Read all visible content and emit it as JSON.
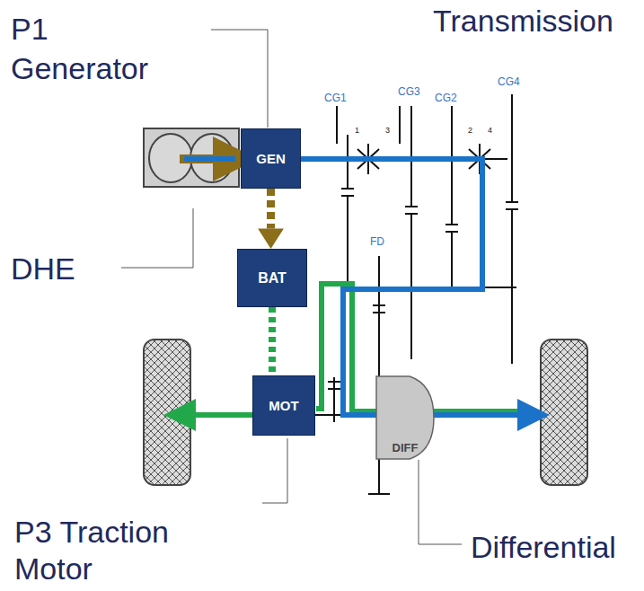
{
  "diagram": {
    "nodes": [
      {
        "text": [
          "GEN"
        ]
      },
      {
        "text": [
          "BAT"
        ]
      },
      {
        "text": [
          "MOT"
        ]
      },
      {
        "text": [
          "DIFF"
        ]
      }
    ],
    "edges": [
      {
        "from": 0,
        "to": 1,
        "arrow": "to"
      },
      {
        "from": 1,
        "to": 2,
        "arrow": "none"
      }
    ],
    "labels": [
      "P1 Generator",
      "Transmission",
      "CG1",
      "CG3",
      "CG2",
      "CG4",
      "1",
      "3",
      "2",
      "4",
      "FD",
      "DHE",
      "P3 Traction Motor",
      "Differential"
    ]
  }
}
